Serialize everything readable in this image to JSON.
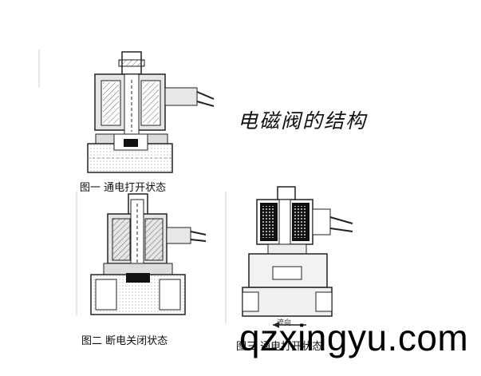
{
  "title": "电磁阀的结构",
  "figures": [
    {
      "caption": "图一  通电打开状态"
    },
    {
      "caption": "图二  断电关闭状态"
    },
    {
      "caption": "图三  通电打开状态",
      "flow_label": "流向"
    }
  ],
  "watermark": "qzxingyu.com"
}
